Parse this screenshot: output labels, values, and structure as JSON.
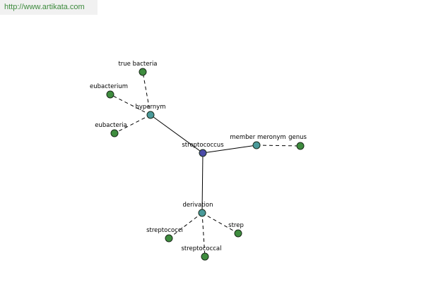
{
  "banner": {
    "url": "http://www.artikata.com"
  },
  "colors": {
    "center": "#4a4aa8",
    "relation": "#4a9a9a",
    "leaf": "#3e8c3e",
    "banner_text": "#3c8a3c",
    "banner_bg": "#f1f1f1"
  },
  "graph": {
    "nodes": [
      {
        "id": "streptococcus",
        "label": "streptococcus",
        "kind": "center"
      },
      {
        "id": "hypernym",
        "label": "hypernym",
        "kind": "relation"
      },
      {
        "id": "member-meronym",
        "label": "member meronym",
        "kind": "relation"
      },
      {
        "id": "derivation",
        "label": "derivation",
        "kind": "relation"
      },
      {
        "id": "true-bacteria",
        "label": "true bacteria",
        "kind": "leaf"
      },
      {
        "id": "eubacterium",
        "label": "eubacterium",
        "kind": "leaf"
      },
      {
        "id": "eubacteria",
        "label": "eubacteria",
        "kind": "leaf"
      },
      {
        "id": "genus",
        "label": "genus",
        "kind": "leaf"
      },
      {
        "id": "streptococci",
        "label": "streptococci",
        "kind": "leaf"
      },
      {
        "id": "streptococcal",
        "label": "streptococcal",
        "kind": "leaf"
      },
      {
        "id": "strep",
        "label": "strep",
        "kind": "leaf"
      }
    ],
    "edges": [
      {
        "from": "streptococcus",
        "to": "hypernym",
        "style": "solid"
      },
      {
        "from": "streptococcus",
        "to": "member-meronym",
        "style": "solid"
      },
      {
        "from": "streptococcus",
        "to": "derivation",
        "style": "solid"
      },
      {
        "from": "hypernym",
        "to": "true-bacteria",
        "style": "dashed"
      },
      {
        "from": "hypernym",
        "to": "eubacterium",
        "style": "dashed"
      },
      {
        "from": "hypernym",
        "to": "eubacteria",
        "style": "dashed"
      },
      {
        "from": "member-meronym",
        "to": "genus",
        "style": "dashed"
      },
      {
        "from": "derivation",
        "to": "streptococci",
        "style": "dashed"
      },
      {
        "from": "derivation",
        "to": "streptococcal",
        "style": "dashed"
      },
      {
        "from": "derivation",
        "to": "strep",
        "style": "dashed"
      }
    ]
  }
}
